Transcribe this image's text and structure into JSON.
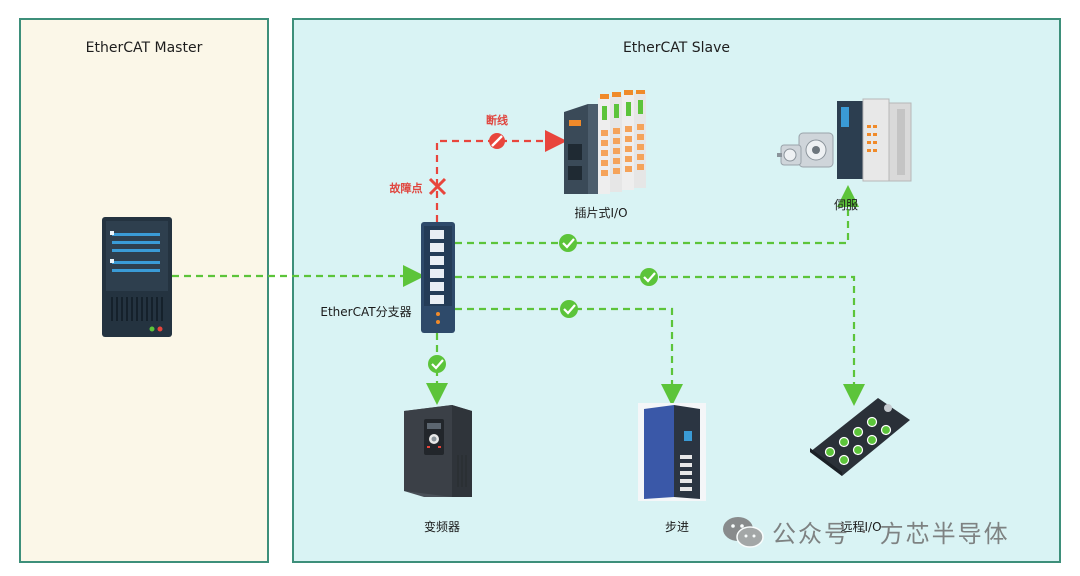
{
  "master": {
    "title": "EtherCAT Master"
  },
  "slave": {
    "title": "EtherCAT Slave"
  },
  "labels": {
    "splitter": "EtherCAT分支器",
    "fault_point": "故障点",
    "break": "断线",
    "plug_io": "插片式I/O",
    "servo": "伺服",
    "inverter": "变频器",
    "stepper": "步进",
    "remote_io": "远程I/O"
  },
  "links": [
    {
      "from": "master-server",
      "to": "ethercat-splitter",
      "status": "ok"
    },
    {
      "from": "ethercat-splitter",
      "to": "plug-in-io",
      "status": "fault"
    },
    {
      "from": "ethercat-splitter",
      "to": "servo-drive",
      "status": "ok"
    },
    {
      "from": "ethercat-splitter",
      "to": "remote-io",
      "status": "ok"
    },
    {
      "from": "ethercat-splitter",
      "to": "stepper-drive",
      "status": "ok"
    },
    {
      "from": "ethercat-splitter",
      "to": "inverter",
      "status": "ok"
    }
  ],
  "colors": {
    "ok_line": "#5cc43a",
    "fault_line": "#e8453c",
    "panel_border": "#3d8f7a",
    "master_bg": "#fbf7e8",
    "slave_bg": "#d9f3f4"
  },
  "watermark": {
    "prefix": "公众号",
    "separator": "·",
    "name": "方芯半导体"
  }
}
